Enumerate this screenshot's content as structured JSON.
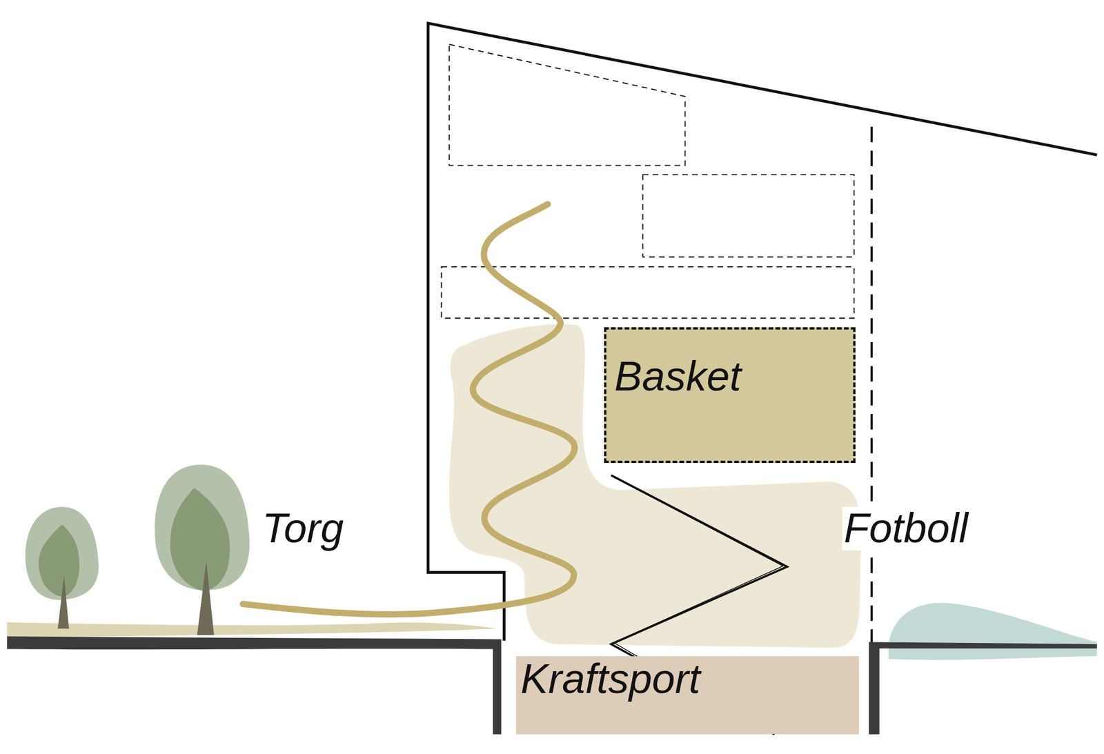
{
  "diagram": {
    "nodes": [
      {
        "text": [
          "Basket"
        ]
      },
      {
        "text": [
          "Kraftsport"
        ]
      }
    ],
    "labels": [
      "Torg",
      "Fotboll"
    ]
  }
}
